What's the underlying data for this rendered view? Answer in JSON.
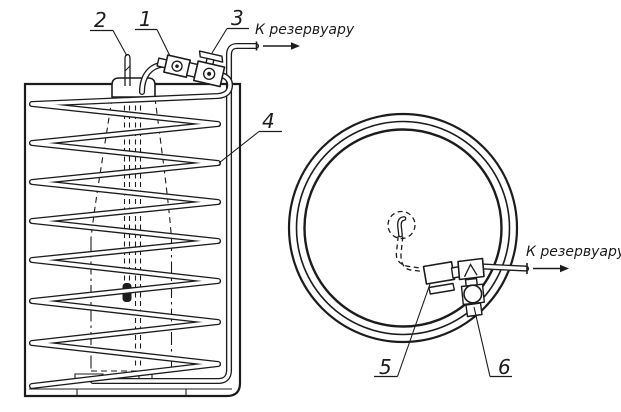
{
  "figure": {
    "type": "engineering-line-drawing",
    "description_visible_content_only": "Two-view technical drawing: side view of a tank with an internal zigzag heating coil, hidden gas-cylinder outline, thermometer and valve fittings; top view of the same tank as concentric rings with regulator and valve; outlet arrows",
    "colors": {
      "ink": "#1c1c1c",
      "background": "#ffffff"
    },
    "views": {
      "side": {
        "callouts": {
          "c1": "1",
          "c2": "2",
          "c3": "3",
          "c4": "4"
        },
        "flow_label": "К резервуару"
      },
      "top": {
        "callouts": {
          "c5": "5",
          "c6": "6"
        },
        "flow_label": "К резервуару"
      }
    }
  }
}
